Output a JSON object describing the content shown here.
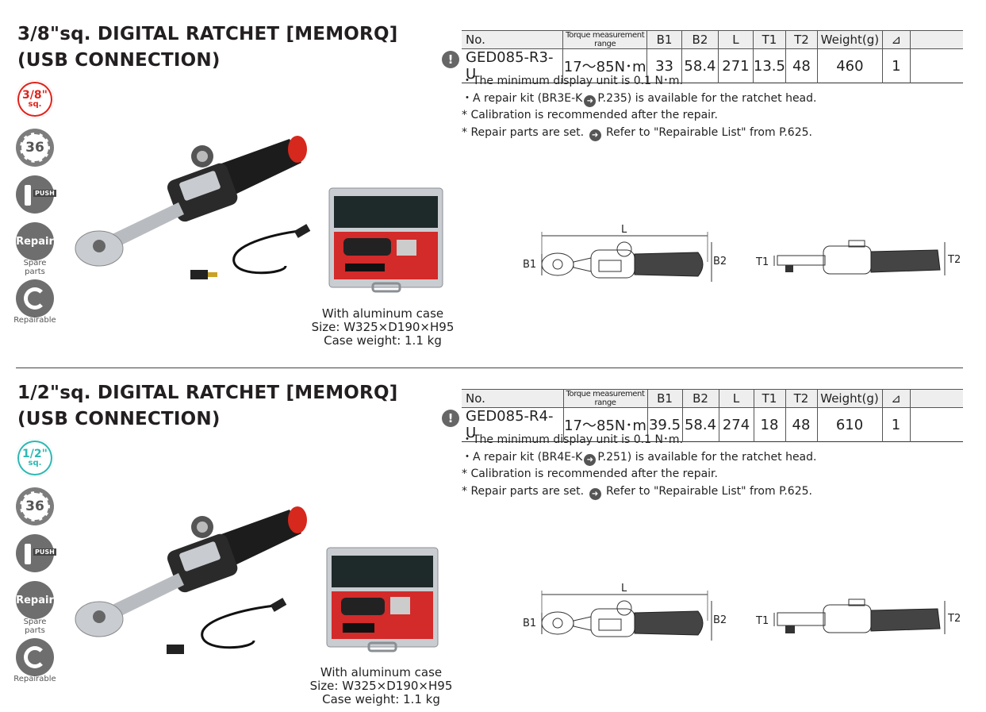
{
  "sections": [
    {
      "title_line1": "3/8\"sq. DIGITAL RATCHET [MEMORQ]",
      "title_line2": "(USB CONNECTION)",
      "badge_size_value": "3/8\"",
      "badge_size_unit": "sq.",
      "badge_size_color": "#e0231b",
      "badge_teeth": "36",
      "badge_push": "PUSH",
      "badge_repair": "Repair",
      "badge_repair_caption": "Spare parts",
      "badge_repairable_caption": "Repairable",
      "table": {
        "headers": [
          "No.",
          "Torque measurement range",
          "B1",
          "B2",
          "L",
          "T1",
          "T2",
          "Weight(g)",
          "⊿",
          ""
        ],
        "row": [
          "GED085-R3-U",
          "17～85N･m",
          "33",
          "58.4",
          "271",
          "13.5",
          "48",
          "460",
          "1",
          ""
        ]
      },
      "notes": [
        "・The minimum display unit is 0.1 N･m.",
        "・A repair kit (BR3E-K",
        "P.235) is available for the ratchet head.",
        "* Calibration is recommended after the repair.",
        "* Repair parts are set.",
        "Refer to \"Repairable List\" from P.625."
      ],
      "case_caption": [
        "With aluminum case",
        "Size: W325×D190×H95",
        "Case weight: 1.1 kg"
      ],
      "dims": {
        "L": "L",
        "B1": "B1",
        "B2": "B2",
        "T1": "T1",
        "T2": "T2"
      }
    },
    {
      "title_line1": "1/2\"sq. DIGITAL RATCHET [MEMORQ]",
      "title_line2": "(USB CONNECTION)",
      "badge_size_value": "1/2\"",
      "badge_size_unit": "sq.",
      "badge_size_color": "#2fb8b3",
      "badge_teeth": "36",
      "badge_push": "PUSH",
      "badge_repair": "Repair",
      "badge_repair_caption": "Spare parts",
      "badge_repairable_caption": "Repairable",
      "table": {
        "headers": [
          "No.",
          "Torque measurement range",
          "B1",
          "B2",
          "L",
          "T1",
          "T2",
          "Weight(g)",
          "⊿",
          ""
        ],
        "row": [
          "GED085-R4-U",
          "17～85N･m",
          "39.5",
          "58.4",
          "274",
          "18",
          "48",
          "610",
          "1",
          ""
        ]
      },
      "notes": [
        "・The minimum display unit is 0.1 N･m.",
        "・A repair kit (BR4E-K",
        "P.251) is available for the ratchet head.",
        "* Calibration is recommended after the repair.",
        "* Repair parts are set.",
        "Refer to \"Repairable List\" from P.625."
      ],
      "case_caption": [
        "With aluminum case",
        "Size: W325×D190×H95",
        "Case weight: 1.1 kg"
      ],
      "dims": {
        "L": "L",
        "B1": "B1",
        "B2": "B2",
        "T1": "T1",
        "T2": "T2"
      }
    }
  ],
  "icons": {
    "warning": "!",
    "arrow": "➜"
  }
}
